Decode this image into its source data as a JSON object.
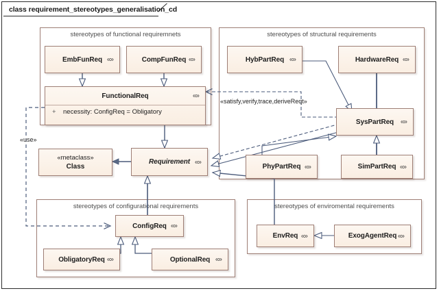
{
  "frame": {
    "title": "class requirement_stereotypes_generalisation_cd"
  },
  "colors": {
    "class_fill_top": "#fdf7f1",
    "class_fill_bottom": "#faeee2",
    "class_border": "#9d7d74",
    "package_border": "#9d7d74",
    "connector": "#4a5a7a",
    "frame_border": "#2b2b2b",
    "title_text": "#4c4c4c"
  },
  "packages": [
    {
      "id": "functional",
      "title": "stereotypes of functional requiremnets"
    },
    {
      "id": "structural",
      "title": "stereotypes of structural requirements"
    },
    {
      "id": "configurational",
      "title": "stereotypes of configurational requirements"
    },
    {
      "id": "environmental",
      "title": "stereotypes of enviromental requirements"
    }
  ],
  "classes": {
    "emb_fun_req": {
      "name": "EmbFunReq",
      "stereotype_marker": "«»"
    },
    "comp_fun_req": {
      "name": "CompFunReq",
      "stereotype_marker": "«»"
    },
    "functional_req": {
      "name": "FunctionalReq",
      "stereotype_marker": "«»",
      "attribute_visibility": "+",
      "attribute": "necessity: ConfigReq = Obligatory"
    },
    "requirement": {
      "name": "Requirement",
      "stereotype_marker": "«»",
      "abstract": true
    },
    "metaclass": {
      "stereotype": "«metaclass»",
      "name": "Class"
    },
    "hyb_part_req": {
      "name": "HybPartReq",
      "stereotype_marker": "«»"
    },
    "hardware_req": {
      "name": "HardwareReq",
      "stereotype_marker": "«»"
    },
    "sys_part_req": {
      "name": "SysPartReq",
      "stereotype_marker": "«»"
    },
    "phy_part_req": {
      "name": "PhyPartReq",
      "stereotype_marker": "«»"
    },
    "sim_part_req": {
      "name": "SimPartReq",
      "stereotype_marker": "«»"
    },
    "config_req": {
      "name": "ConfigReq",
      "stereotype_marker": "«»"
    },
    "obligatory_req": {
      "name": "ObligatoryReq",
      "stereotype_marker": "«»"
    },
    "optional_req": {
      "name": "OptionalReq",
      "stereotype_marker": "«»"
    },
    "env_req": {
      "name": "EnvReq",
      "stereotype_marker": "«»"
    },
    "exog_agent_req": {
      "name": "ExogAgentReq",
      "stereotype_marker": "«»"
    }
  },
  "edge_labels": {
    "satisfy": "«satisfy,verify,trace,deriveReqt»",
    "use": "«use»"
  }
}
